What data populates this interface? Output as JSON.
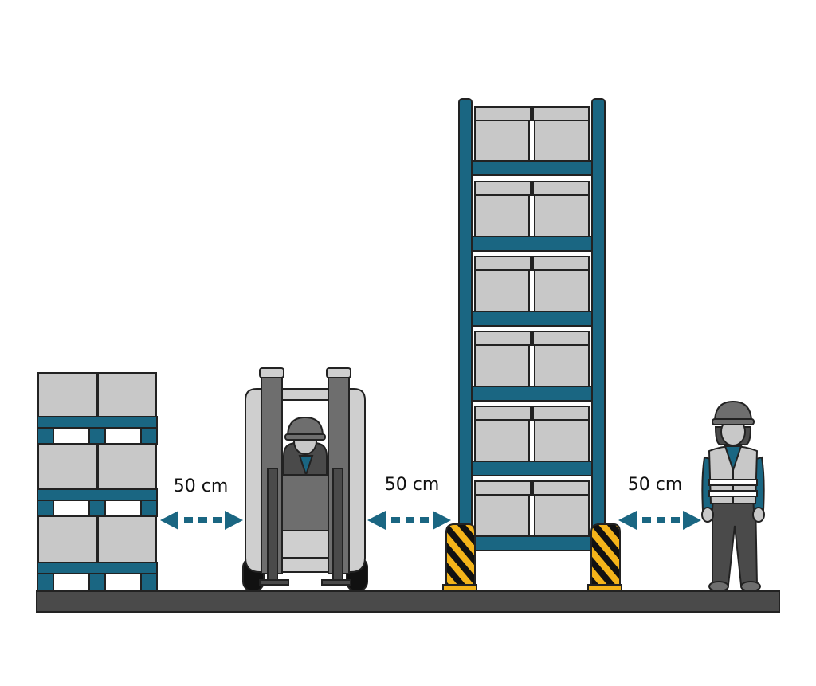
{
  "colors": {
    "steel": "#1a6682",
    "box": "#c8c8c8",
    "outline": "#222222",
    "floor": "#4a4a4a",
    "hazard_yellow": "#f4b41a",
    "hazard_black": "#111111",
    "forklift_light": "#cfcfcf",
    "forklift_dark": "#6e6e6e",
    "person_dark": "#4a4a4a",
    "vest": "#c8c8c8"
  },
  "clearances": [
    {
      "label": "50 cm"
    },
    {
      "label": "50 cm"
    },
    {
      "label": "50 cm"
    }
  ],
  "icons": [
    "pallet-stack-icon",
    "forklift-icon",
    "pallet-rack-icon",
    "rack-guard-icon",
    "worker-icon",
    "double-arrow-icon"
  ]
}
